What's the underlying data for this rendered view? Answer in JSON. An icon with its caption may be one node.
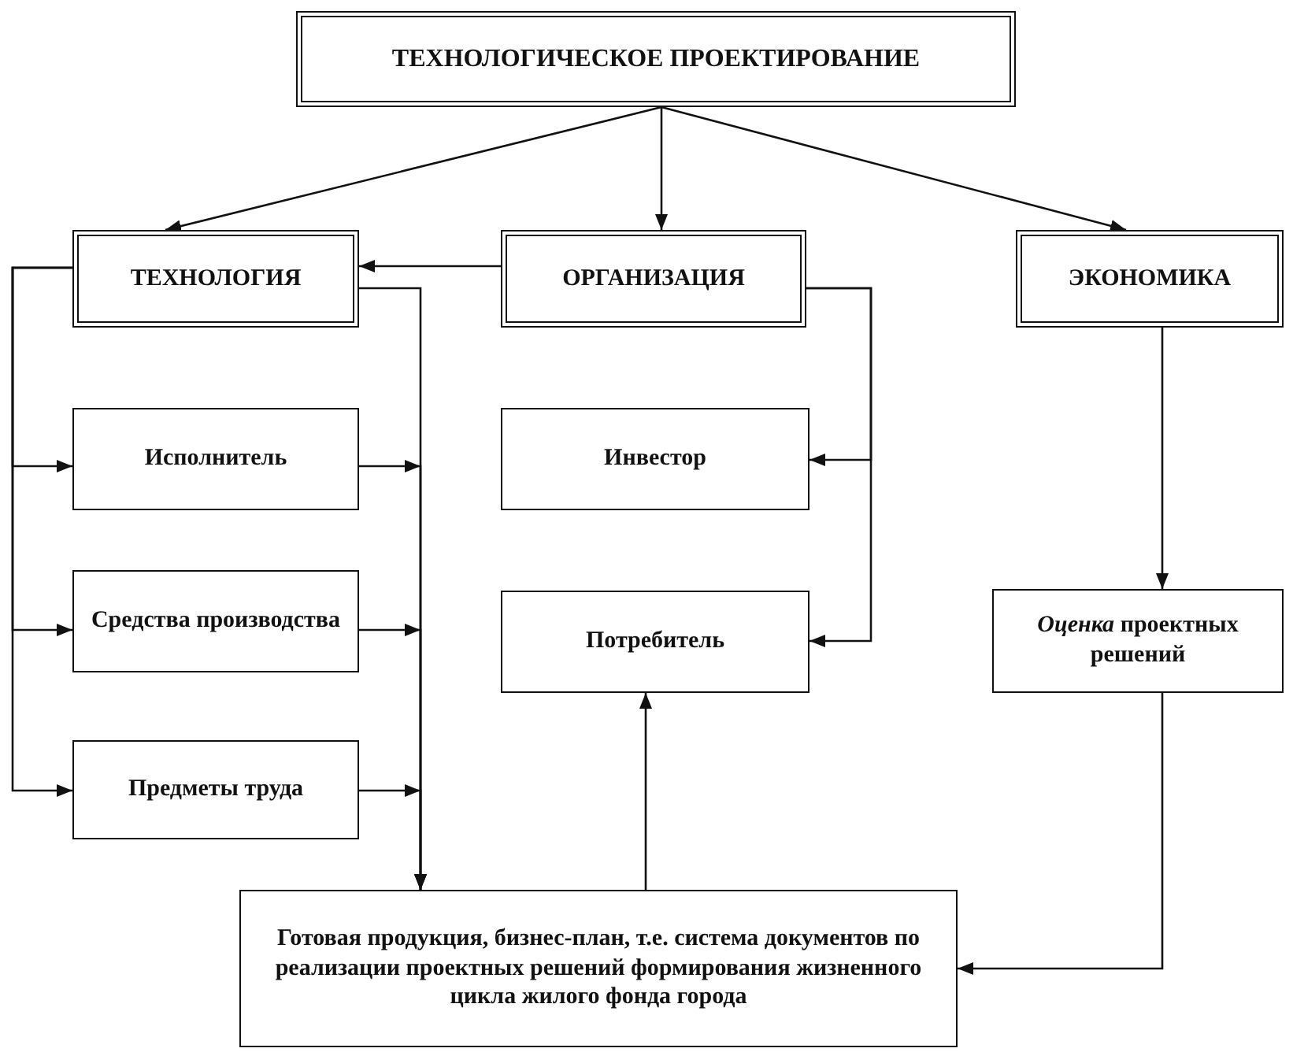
{
  "diagram": {
    "nodes": [
      {
        "text": [
          "ТЕХНОЛОГИЧЕСКОЕ ПРОЕКТИРОВАНИЕ"
        ]
      },
      {
        "text": [
          "ТЕХНОЛОГИЯ"
        ]
      },
      {
        "text": [
          "ОРГАНИЗАЦИЯ"
        ]
      },
      {
        "text": [
          "ЭКОНОМИКА"
        ]
      },
      {
        "text": [
          "Исполнитель"
        ]
      },
      {
        "text": [
          "Средства производства"
        ]
      },
      {
        "text": [
          "Предметы труда"
        ]
      },
      {
        "text": [
          "Инвестор"
        ]
      },
      {
        "text": [
          "Потребитель"
        ]
      },
      {
        "text": [
          "*Оценка* проектных решений"
        ]
      },
      {
        "text": [
          "Готовая продукция, бизнес-план, т.е. система документов по реализации проектных решений формирования жизненного цикла жилого фонда города"
        ]
      }
    ],
    "edges": [
      {
        "from": 0,
        "to": 1,
        "arrow": "to"
      },
      {
        "from": 0,
        "to": 2,
        "arrow": "to"
      },
      {
        "from": 0,
        "to": 3,
        "arrow": "to"
      },
      {
        "from": 2,
        "to": 1,
        "arrow": "to"
      },
      {
        "from": 1,
        "to": 4,
        "arrow": "to"
      },
      {
        "from": 1,
        "to": 5,
        "arrow": "to"
      },
      {
        "from": 1,
        "to": 6,
        "arrow": "to"
      },
      {
        "from": 1,
        "to": 10,
        "arrow": "to"
      },
      {
        "from": 4,
        "to": 10,
        "arrow": "to"
      },
      {
        "from": 5,
        "to": 10,
        "arrow": "to"
      },
      {
        "from": 6,
        "to": 10,
        "arrow": "to"
      },
      {
        "from": 2,
        "to": 7,
        "arrow": "to"
      },
      {
        "from": 2,
        "to": 8,
        "arrow": "to"
      },
      {
        "from": 10,
        "to": 8,
        "arrow": "to"
      },
      {
        "from": 3,
        "to": 9,
        "arrow": "to"
      },
      {
        "from": 9,
        "to": 10,
        "arrow": "to"
      }
    ]
  }
}
